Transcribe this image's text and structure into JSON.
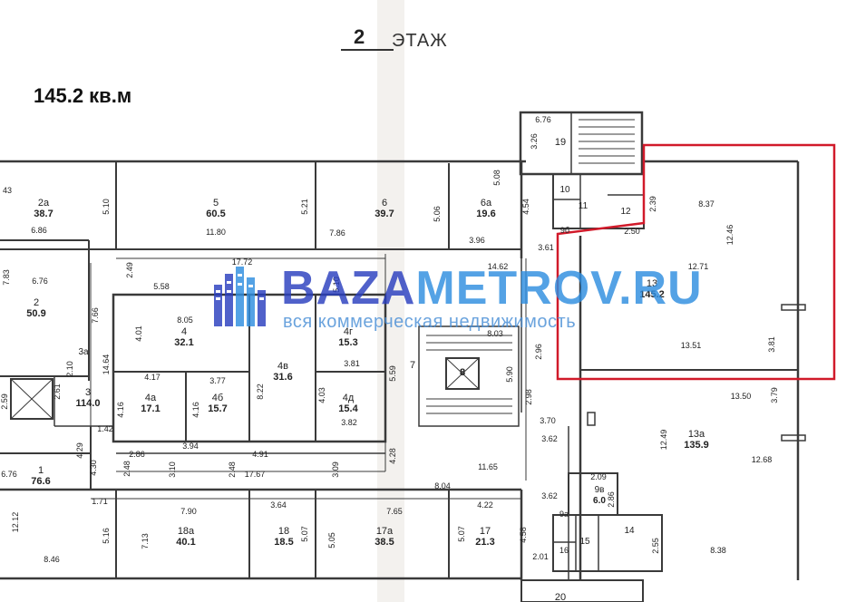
{
  "heading": "145.2 кв.м",
  "floor": {
    "number": "2",
    "label": "ЭТАЖ"
  },
  "watermark": {
    "name_part1": "BAZA",
    "name_part2": "METROV.RU",
    "tagline": "вся коммерческая недвижимость"
  },
  "colors": {
    "walls": "#3a3a3a",
    "highlight": "#d11a2a",
    "watermark_dark": "#2a3fbf",
    "watermark_light": "#2f8ee0"
  },
  "rooms": [
    {
      "id": "2a",
      "area": "38.7"
    },
    {
      "id": "5",
      "area": "60.5"
    },
    {
      "id": "6",
      "area": "39.7"
    },
    {
      "id": "6a",
      "area": "19.6"
    },
    {
      "id": "19",
      "area": ""
    },
    {
      "id": "10",
      "area": ""
    },
    {
      "id": "11",
      "area": ""
    },
    {
      "id": "12",
      "area": ""
    },
    {
      "id": "9б",
      "area": ""
    },
    {
      "id": "13",
      "area": "145.2"
    },
    {
      "id": "2",
      "area": "50.9"
    },
    {
      "id": "3a",
      "area": ""
    },
    {
      "id": "4",
      "area": "32.1"
    },
    {
      "id": "4в",
      "area": "31.6"
    },
    {
      "id": "4г",
      "area": "15.3"
    },
    {
      "id": "4a",
      "area": "17.1"
    },
    {
      "id": "4б",
      "area": "15.7"
    },
    {
      "id": "4д",
      "area": "15.4"
    },
    {
      "id": "3",
      "area": "114.0"
    },
    {
      "id": "7",
      "area": ""
    },
    {
      "id": "8",
      "area": ""
    },
    {
      "id": "13a",
      "area": "135.9"
    },
    {
      "id": "1",
      "area": "76.6"
    },
    {
      "id": "9в",
      "area": "6.0"
    },
    {
      "id": "9a",
      "area": ""
    },
    {
      "id": "18a",
      "area": "40.1"
    },
    {
      "id": "18",
      "area": "18.5"
    },
    {
      "id": "17a",
      "area": "38.5"
    },
    {
      "id": "17",
      "area": "21.3"
    },
    {
      "id": "15",
      "area": ""
    },
    {
      "id": "14",
      "area": ""
    },
    {
      "id": "16",
      "area": ""
    },
    {
      "id": "20",
      "area": ""
    }
  ],
  "dimensions": [
    "43",
    "6.86",
    "5.10",
    "11.80",
    "5.21",
    "7.86",
    "5.06",
    "3.96",
    "5.08",
    "4.54",
    "6.76",
    "3.26",
    "2.39",
    "8.37",
    "12.46",
    "2.50",
    "3.61",
    "12.71",
    "13.51",
    "3.81",
    "17.72",
    "14.62",
    "7.83",
    "6.76",
    "2.49",
    "5.58",
    "8.05",
    "4.01",
    "7.66",
    "5.10",
    "8.03",
    "2.96",
    "2.98",
    "5.90",
    "5.59",
    "4.17",
    "3.77",
    "8.22",
    "3.81",
    "4.03",
    "3.82",
    "14.64",
    "2.10",
    "2.61",
    "2.59",
    "4.16",
    "4.16",
    "1.42",
    "2.86",
    "3.94",
    "4.91",
    "4.29",
    "4.28",
    "3.70",
    "3.62",
    "13.50",
    "3.79",
    "12.49",
    "12.68",
    "2.48",
    "3.10",
    "2.48",
    "17.67",
    "3.09",
    "11.65",
    "8.04",
    "3.62",
    "2.09",
    "2.86",
    "6.76",
    "12.12",
    "4.30",
    "1.71",
    "7.90",
    "3.64",
    "7.65",
    "4.22",
    "5.16",
    "7.13",
    "5.07",
    "5.05",
    "5.07",
    "4.58",
    "2.01",
    "8.46",
    "8.38",
    "2.55"
  ]
}
